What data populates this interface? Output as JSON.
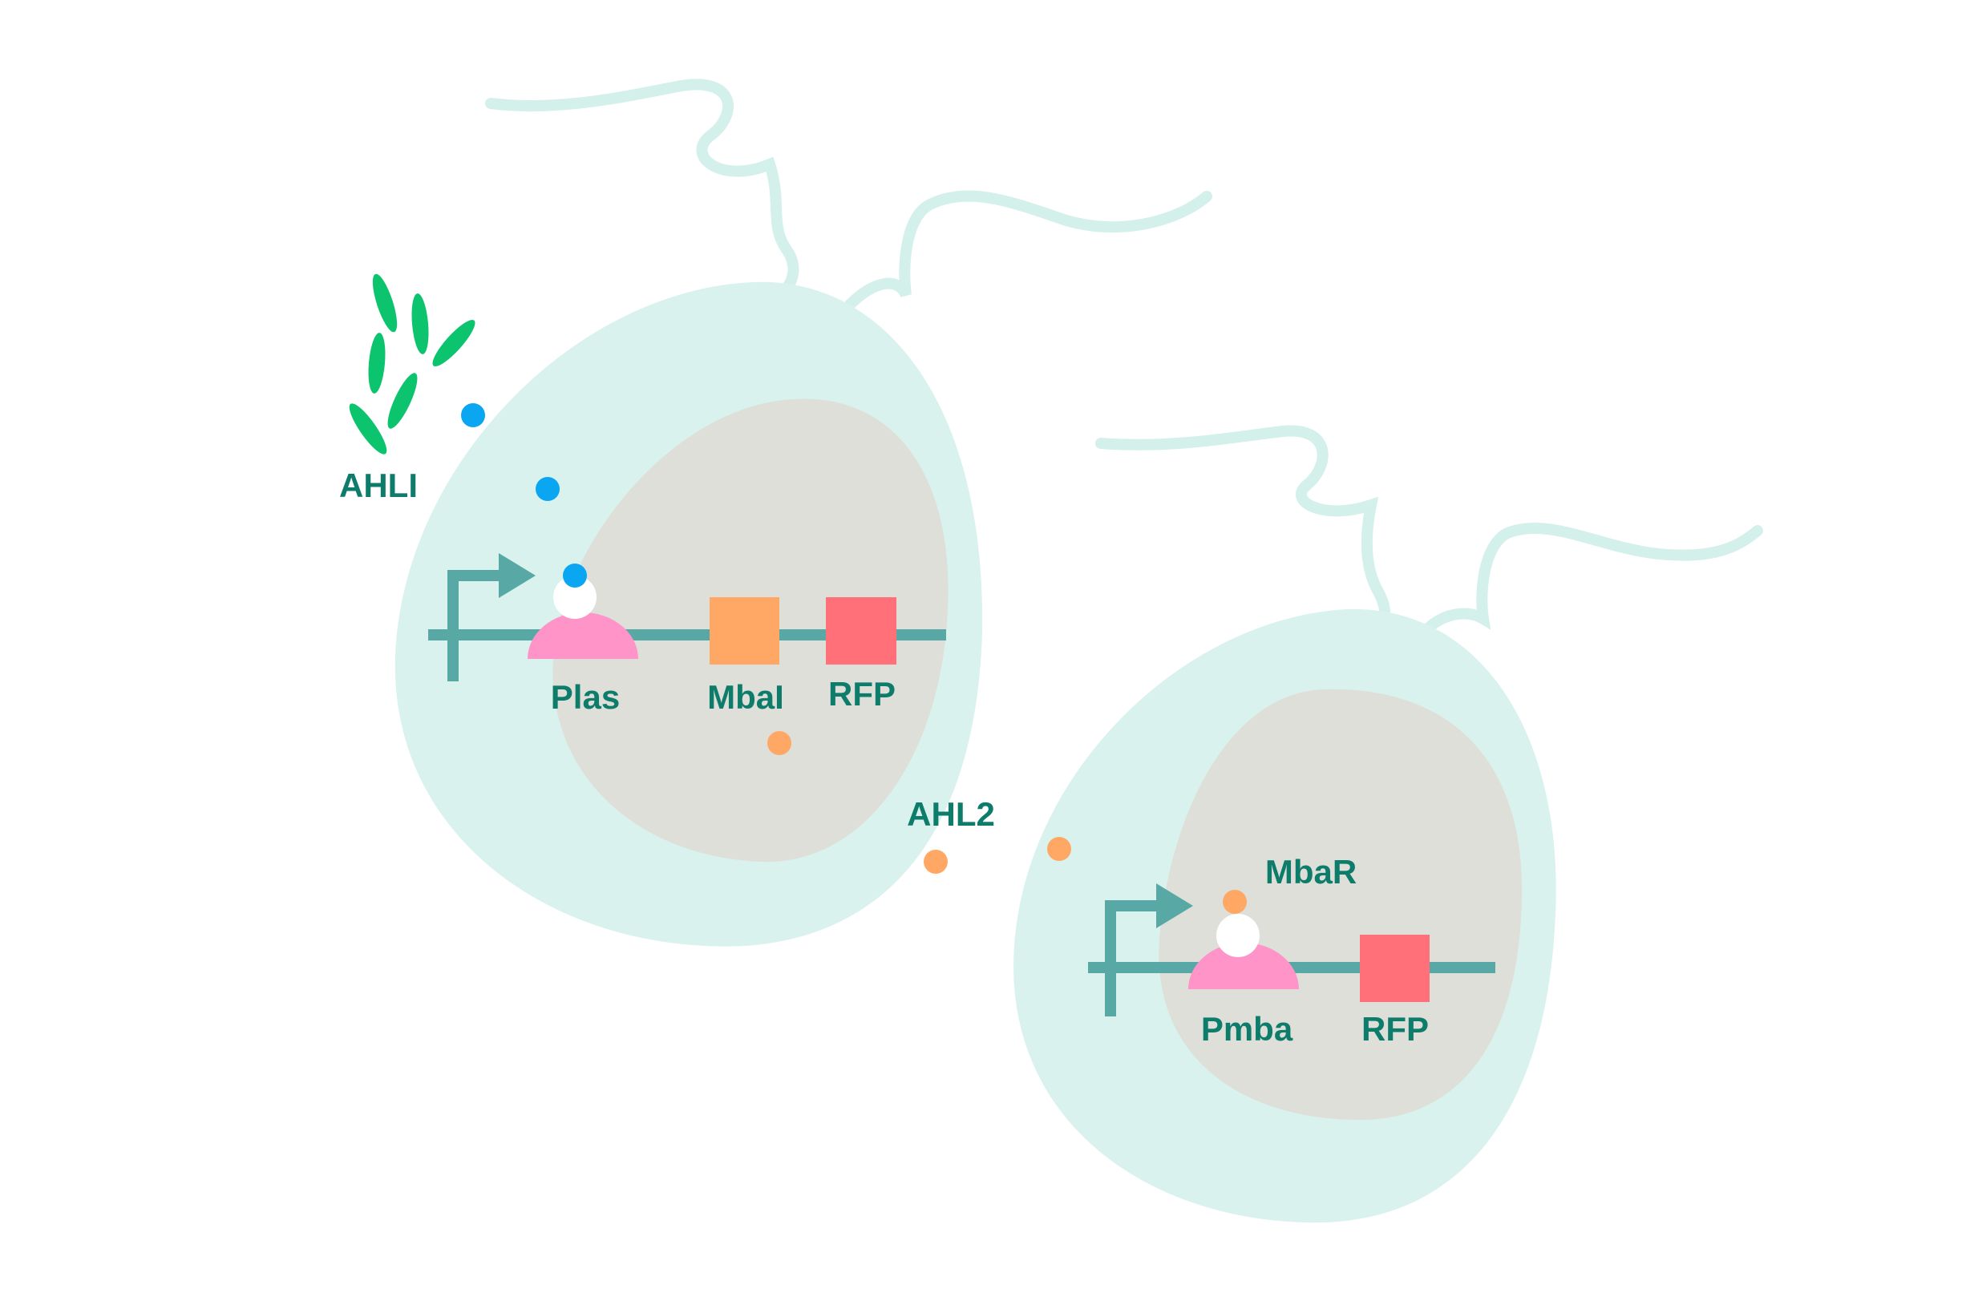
{
  "colors": {
    "cell_body": "#d9f2ee",
    "flagellum": "#d4f0ea",
    "nucleoid": "#dedfd9",
    "dna_line": "#58a9a5",
    "promoter_protein": "#ff94c8",
    "protein_cap": "#ffffff",
    "gene_mbal": "#ffa866",
    "gene_rfp": "#ff7079",
    "ahl1_molecule": "#0aa6f2",
    "ahl2_molecule": "#ffa866",
    "bacteria_cluster": "#0dc46e",
    "label_text": "#0e7c6b"
  },
  "labels": {
    "ahl1": "AHLI",
    "ahl2": "AHL2",
    "plas": "Plas",
    "mbal": "MbaI",
    "rfp_cell1": "RFP",
    "mbar": "MbaR",
    "pmba": "Pmba",
    "rfp_cell2": "RFP"
  }
}
